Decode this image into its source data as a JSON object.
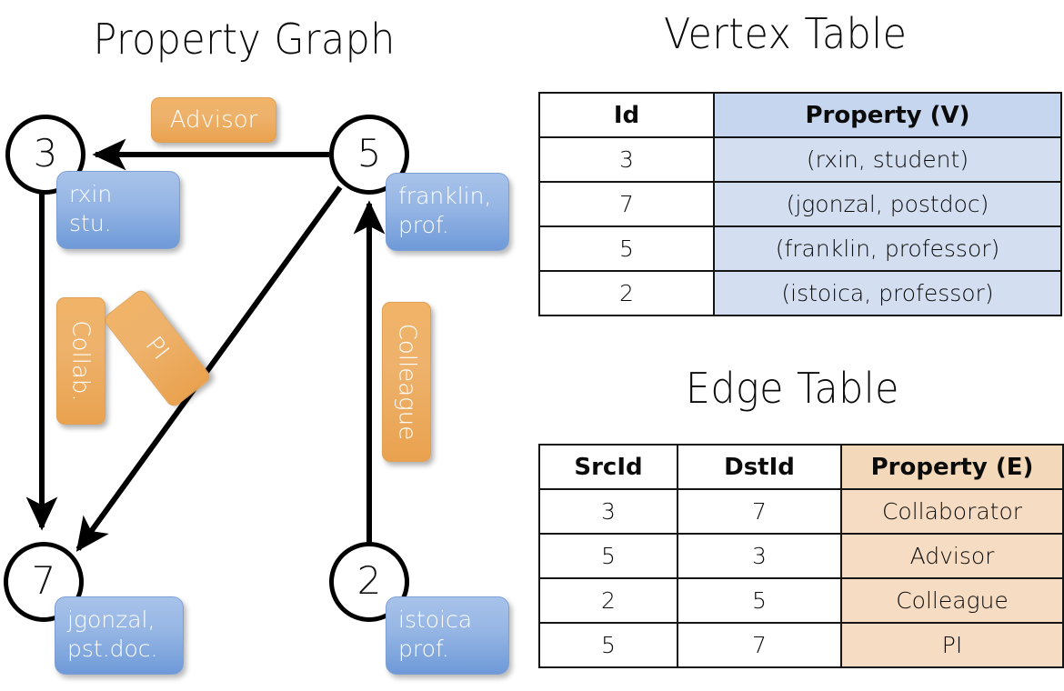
{
  "graph": {
    "title": "Property Graph",
    "nodes": [
      {
        "id": "3",
        "property_label": "rxin\nstu.",
        "name": "rxin",
        "role": "stu."
      },
      {
        "id": "5",
        "property_label": "franklin,\nprof.",
        "name": "franklin,",
        "role": "prof."
      },
      {
        "id": "7",
        "property_label": "jgonzal,\npst.doc.",
        "name": "jgonzal,",
        "role": "pst.doc."
      },
      {
        "id": "2",
        "property_label": "istoica\nprof.",
        "name": "istoica",
        "role": "prof."
      }
    ],
    "edge_labels": [
      {
        "text": "Advisor",
        "orientation": "horizontal"
      },
      {
        "text": "Collab.",
        "orientation": "vertical"
      },
      {
        "text": "PI",
        "orientation": "diagonal"
      },
      {
        "text": "Colleague",
        "orientation": "vertical"
      }
    ],
    "edges": [
      {
        "src": "5",
        "dst": "3",
        "label": "Advisor"
      },
      {
        "src": "3",
        "dst": "7",
        "label": "Collab."
      },
      {
        "src": "5",
        "dst": "7",
        "label": "PI"
      },
      {
        "src": "2",
        "dst": "5",
        "label": "Colleague"
      }
    ]
  },
  "vertex_table": {
    "title": "Vertex Table",
    "headers": [
      "Id",
      "Property (V)"
    ],
    "rows": [
      {
        "id": "3",
        "property": "(rxin, student)"
      },
      {
        "id": "7",
        "property": "(jgonzal, postdoc)"
      },
      {
        "id": "5",
        "property": "(franklin, professor)"
      },
      {
        "id": "2",
        "property": "(istoica, professor)"
      }
    ]
  },
  "edge_table": {
    "title": "Edge Table",
    "headers": [
      "SrcId",
      "DstId",
      "Property (E)"
    ],
    "rows": [
      {
        "src": "3",
        "dst": "7",
        "property": "Collaborator"
      },
      {
        "src": "5",
        "dst": "3",
        "property": "Advisor"
      },
      {
        "src": "2",
        "dst": "5",
        "property": "Colleague"
      },
      {
        "src": "5",
        "dst": "7",
        "property": "PI"
      }
    ]
  },
  "colors": {
    "vertex_property_fill": "#d3dff1",
    "edge_property_fill": "#f5dcc2",
    "node_property_box": "#6e9ad8",
    "edge_label_box": "#eeb26c"
  }
}
